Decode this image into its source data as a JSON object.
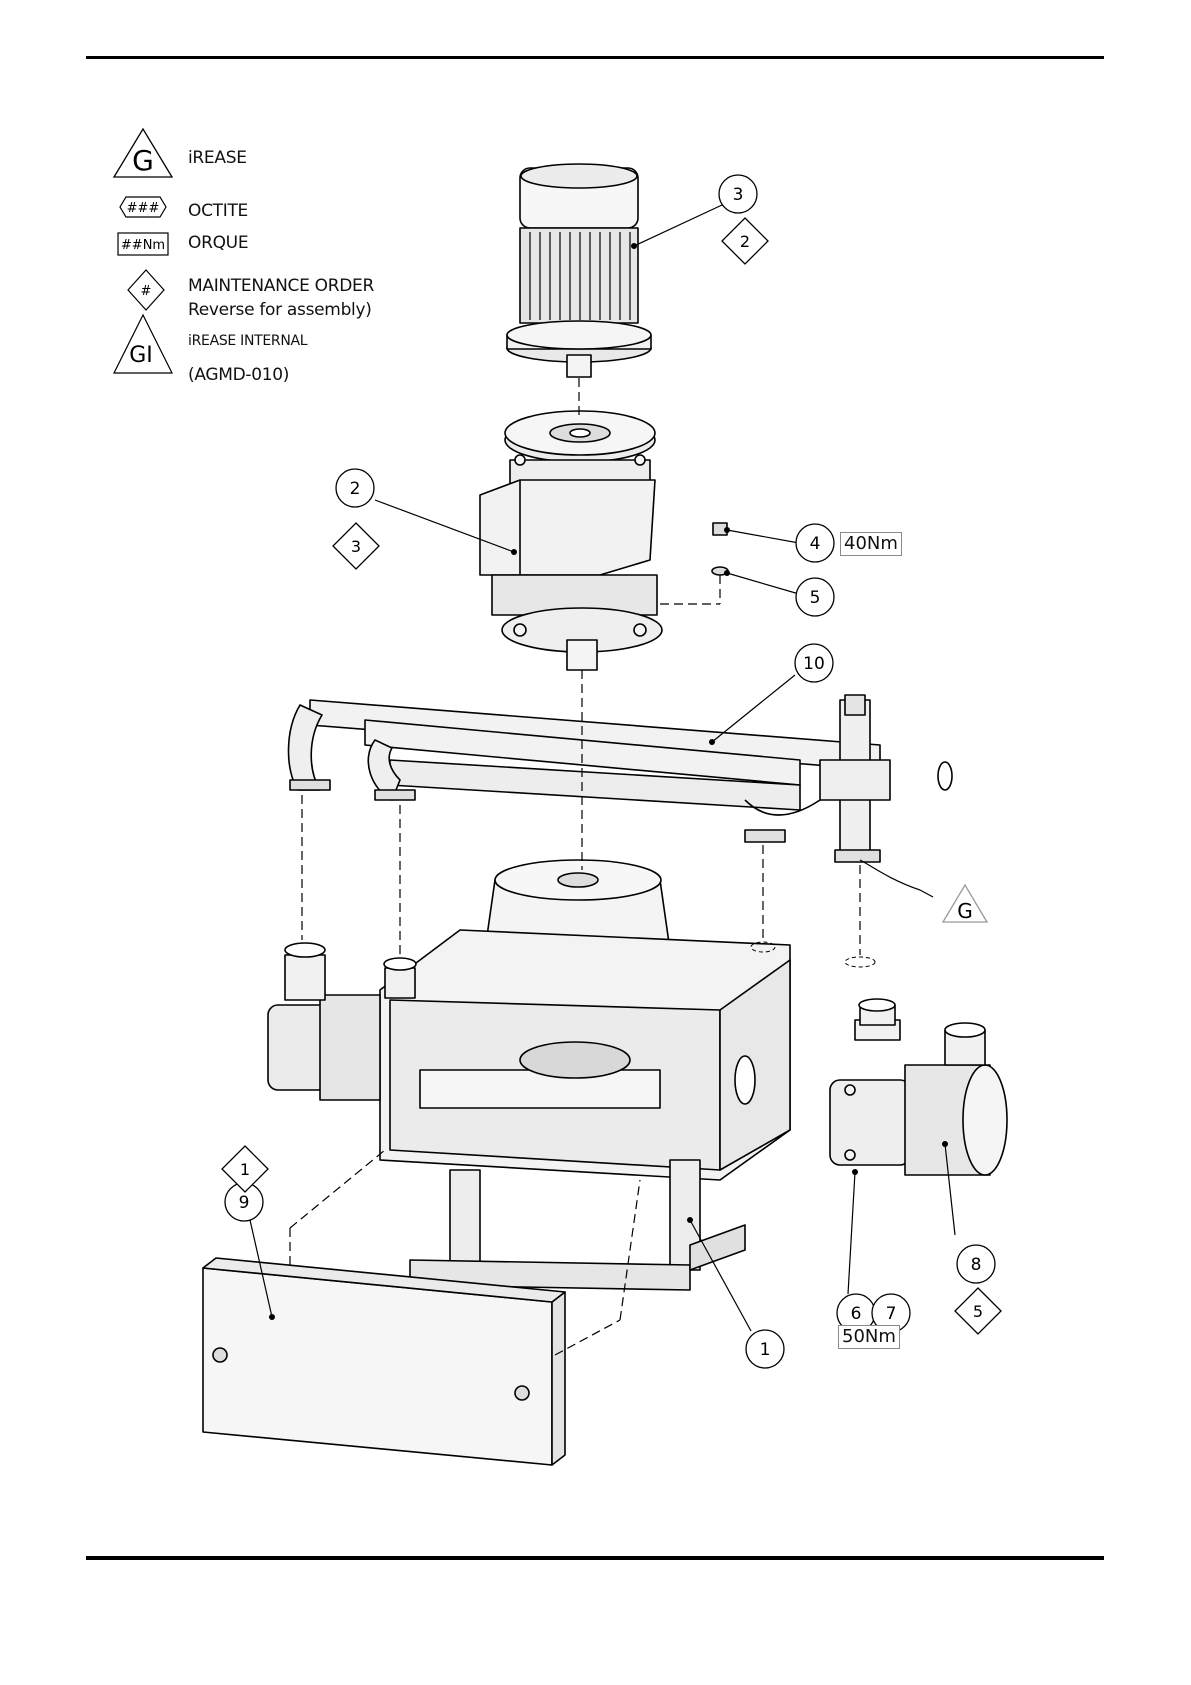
{
  "legend": {
    "grease": "iREASE",
    "loctite_symbol": "###",
    "loctite": "OCTITE",
    "torque_symbol": "##Nm",
    "torque": "ORQUE",
    "order_symbol": "#",
    "maintenance_order": "MAINTENANCE ORDER",
    "reverse_note": "Reverse for assembly)",
    "grease_internal_symbol": "GI",
    "grease_internal": "iREASE INTERNAL",
    "grease_internal_ref": "(AGMD-010)",
    "grease_symbol": "G"
  },
  "callouts": {
    "c1": "1",
    "c2": "2",
    "c3": "3",
    "c4": "4",
    "c5": "5",
    "c6": "6",
    "c7": "7",
    "c8": "8",
    "c9": "9",
    "c10": "10"
  },
  "order_markers": {
    "o1": "1",
    "o2": "2",
    "o3": "3",
    "o5": "5"
  },
  "torques": {
    "t4": "40Nm",
    "t67": "50Nm"
  },
  "grease_marker": "G",
  "colors": {
    "line": "#000000",
    "fill": "#f2f2f2",
    "shade": "#c8c8c8"
  }
}
